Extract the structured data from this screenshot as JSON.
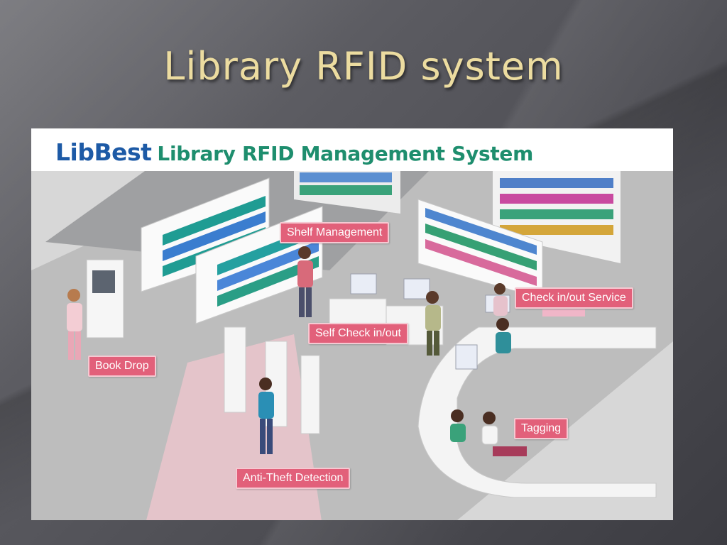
{
  "slide": {
    "title": "Library RFID system"
  },
  "figure": {
    "brand": "LibBest",
    "subtitle": "Library RFID Management System",
    "labels": {
      "shelf_management": "Shelf Management",
      "check_service": "Check in/out Service",
      "self_check": "Self Check in/out",
      "book_drop": "Book Drop",
      "tagging": "Tagging",
      "anti_theft": "Anti-Theft Detection"
    }
  },
  "colors": {
    "title_text": "#ecdca0",
    "brand_blue": "#1d5aa6",
    "subtitle_green": "#1e8e6e",
    "callout_pink": "#e2607a"
  }
}
